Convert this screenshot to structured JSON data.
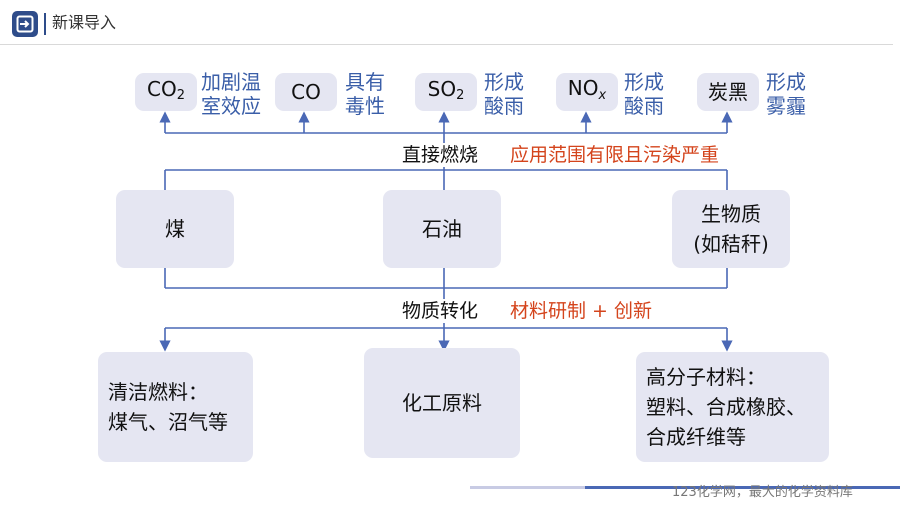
{
  "header": {
    "title": "新课导入",
    "logo_icon": "enter-arrow-icon",
    "accent": "#2e4c8a"
  },
  "products": [
    {
      "formula": "CO",
      "sub": "2",
      "effect_lines": [
        "加剧温",
        "室效应"
      ]
    },
    {
      "formula": "CO",
      "sub": "",
      "effect_lines": [
        "具有",
        "毒性"
      ]
    },
    {
      "formula": "SO",
      "sub": "2",
      "effect_lines": [
        "形成",
        "酸雨"
      ]
    },
    {
      "formula": "NO",
      "sub_italic": "x",
      "effect_lines": [
        "形成",
        "酸雨"
      ]
    },
    {
      "formula": "炭黑",
      "sub": "",
      "effect_lines": [
        "形成",
        "雾霾"
      ]
    }
  ],
  "direct_burn": {
    "label": "直接燃烧",
    "note": "应用范围有限且污染严重"
  },
  "sources": [
    {
      "lines": [
        "煤"
      ]
    },
    {
      "lines": [
        "石油"
      ]
    },
    {
      "lines": [
        "生物质",
        "(如秸秆)"
      ]
    }
  ],
  "conversion": {
    "label": "物质转化",
    "note": "材料研制 + 创新"
  },
  "outputs": [
    {
      "lines": [
        "清洁燃料：",
        "煤气、沼气等"
      ]
    },
    {
      "lines": [
        "化工原料"
      ]
    },
    {
      "lines": [
        "高分子材料：",
        "塑料、合成橡胶、",
        "合成纤维等"
      ]
    }
  ],
  "colors": {
    "box_fill": "#e5e6f2",
    "line": "#4a68b5",
    "effect_text": "#3a5ea8",
    "note_text": "#d4441c"
  },
  "footer": {
    "text": "123化学网，最大的化学资料库"
  }
}
